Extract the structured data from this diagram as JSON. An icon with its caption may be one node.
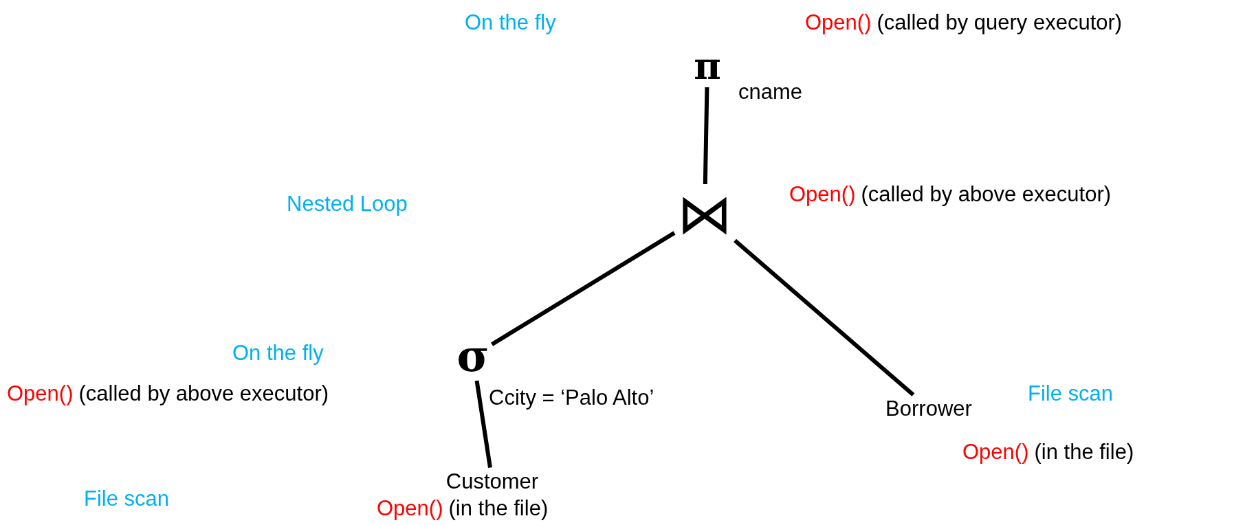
{
  "diagram": {
    "nodes": [
      {
        "text": [
          "π"
        ],
        "beside": [
          "cname"
        ]
      },
      {
        "text": [
          "⋈"
        ]
      },
      {
        "text": [
          "σ"
        ],
        "beside": [
          "Ccity = ‘Palo Alto’"
        ]
      },
      {
        "text": [
          "Customer"
        ]
      },
      {
        "text": [
          "Borrower"
        ]
      }
    ],
    "edges": [
      {
        "from": 0,
        "to": 1,
        "arrow": "none"
      },
      {
        "from": 1,
        "to": 2,
        "arrow": "none"
      },
      {
        "from": 1,
        "to": 4,
        "arrow": "none"
      },
      {
        "from": 2,
        "to": 3,
        "arrow": "none"
      }
    ],
    "labels": [
      "On the fly",
      "Open()",
      "(called by query executor)",
      "Nested Loop",
      "Open()",
      "(called by above executor)",
      "On the fly",
      "Open()",
      "(called by above executor)",
      "File scan",
      "Open()",
      "(in the file)",
      "File scan",
      "Open()",
      "(in the file)"
    ]
  }
}
